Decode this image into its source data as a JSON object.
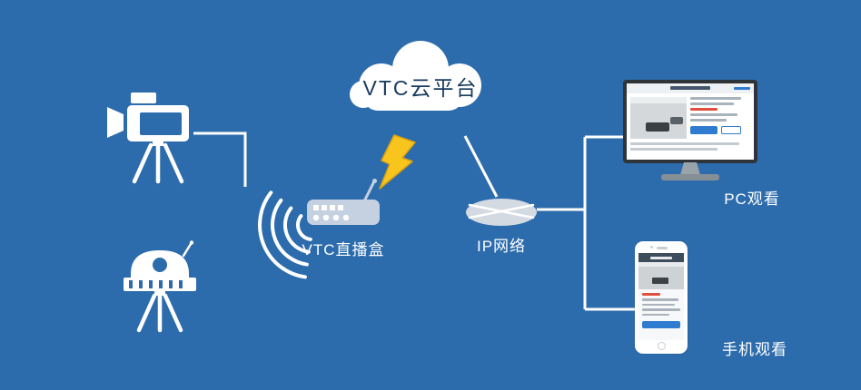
{
  "colors": {
    "background": "#2d6cac",
    "connector": "#ffffff",
    "cloud_fill": "#ffffff",
    "cloud_text": "#173a5e",
    "lightning_fill": "#f7c51e",
    "lightning_edge": "#dfa40a",
    "device_body": "#c5d1e1",
    "network_fill": "#d3dae1",
    "button_blue": "#2e7bd0",
    "accent_red": "#e0503f"
  },
  "labels": {
    "cloud": "VTC云平台",
    "router": "VTC直播盒",
    "network": "IP网络",
    "pc": "PC观看",
    "mobile": "手机观看"
  },
  "icons": {
    "video-camera": "tripod video camera shape",
    "dome-camera": "dome ptz camera on tripod shape",
    "router": "live-stream box with antenna, ports and leds",
    "lightning": "yellow lightning bolt",
    "network-ellipse": "ellipse crossed by two lines",
    "wifi-waves": "four wireless signal arcs",
    "monitor": "desktop monitor showing webpage preview",
    "smartphone": "smartphone showing webpage preview"
  }
}
